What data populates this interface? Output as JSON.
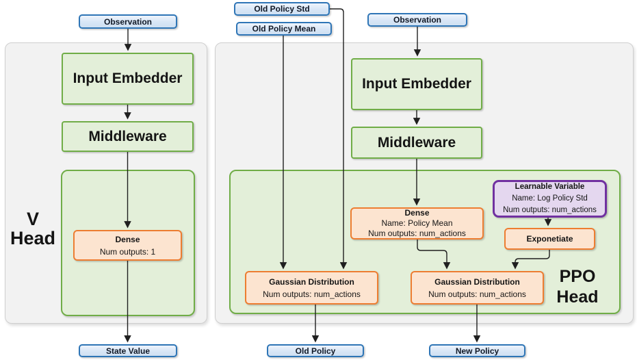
{
  "colors": {
    "blue_fill": "#d8e6f6",
    "blue_border": "#2e75b6",
    "green_fill": "#e3efd9",
    "green_border": "#70ad47",
    "orange_fill": "#fce4d0",
    "orange_border": "#ed7d31",
    "purple_fill": "#e4d7ef",
    "purple_border": "#7030a0",
    "panel_fill": "#f2f2f2",
    "connector": "#1f1f1f"
  },
  "v_head": {
    "panel_label": {
      "line1": "V",
      "line2": "Head"
    },
    "observation_label": "Observation",
    "input_embedder_label": "Input Embedder",
    "middleware_label": "Middleware",
    "dense": {
      "title": "Dense",
      "detail1": "Num outputs: 1"
    },
    "output_label": "State Value"
  },
  "ppo_head": {
    "panel_label": {
      "line1": "PPO",
      "line2": "Head"
    },
    "old_policy_std_label": "Old Policy Std",
    "old_policy_mean_label": "Old Policy Mean",
    "observation_label": "Observation",
    "input_embedder_label": "Input Embedder",
    "middleware_label": "Middleware",
    "dense": {
      "title": "Dense",
      "detail1": "Name: Policy Mean",
      "detail2": "Num outputs: num_actions"
    },
    "learnable_variable": {
      "title": "Learnable Variable",
      "detail1": "Name: Log Policy Std",
      "detail2": "Num outputs: num_actions"
    },
    "exponetiate_label": "Exponetiate",
    "gaussian_old": {
      "title": "Gaussian Distribution",
      "detail1": "Num outputs: num_actions"
    },
    "gaussian_new": {
      "title": "Gaussian Distribution",
      "detail1": "Num outputs: num_actions"
    },
    "old_policy_output_label": "Old Policy",
    "new_policy_output_label": "New Policy"
  }
}
